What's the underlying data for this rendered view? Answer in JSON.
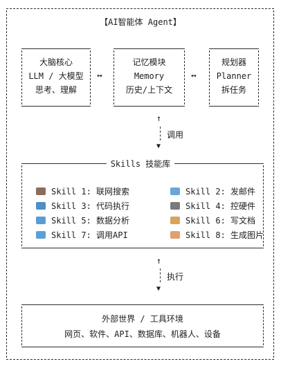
{
  "title": "【AI智能体 Agent】",
  "brain": {
    "lines": [
      "大脑核心",
      "LLM / 大模型",
      "思考、理解"
    ]
  },
  "memory": {
    "lines": [
      "记忆模块",
      "Memory",
      "历史/上下文"
    ]
  },
  "planner": {
    "lines": [
      "规划器",
      "Planner",
      "拆任务"
    ]
  },
  "connector_symbol": "↔",
  "arrow_up": "↑",
  "arrow_down": "▼",
  "flow1_label": "调用",
  "skills": {
    "title": "Skills 技能库",
    "items": [
      {
        "label": "Skill 1: 联网搜索",
        "icon": "tools-icon",
        "color": "#8a6d5a"
      },
      {
        "label": "Skill 2: 发邮件",
        "icon": "mail-icon",
        "color": "#6aa7d8"
      },
      {
        "label": "Skill 3: 代码执行",
        "icon": "laptop-icon",
        "color": "#4d8fc7"
      },
      {
        "label": "Skill 4: 控硬件",
        "icon": "robot-icon",
        "color": "#7a7a7a"
      },
      {
        "label": "Skill 5: 数据分析",
        "icon": "chart-icon",
        "color": "#5b9bd5"
      },
      {
        "label": "Skill 6: 写文档",
        "icon": "memo-icon",
        "color": "#d9a35a"
      },
      {
        "label": "Skill 7: 调用API",
        "icon": "globe-icon",
        "color": "#5aa0d8"
      },
      {
        "label": "Skill 8: 生成图片",
        "icon": "palette-icon",
        "color": "#e0a070"
      }
    ]
  },
  "flow2_label": "执行",
  "world": {
    "lines": [
      "外部世界 / 工具环境",
      "网页、软件、API、数据库、机器人、设备"
    ]
  }
}
